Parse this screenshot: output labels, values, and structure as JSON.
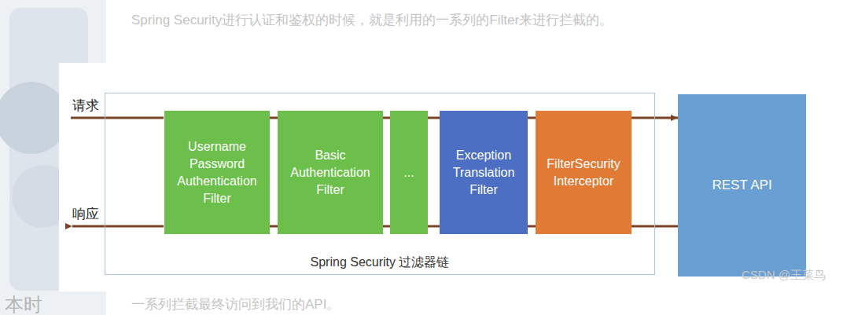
{
  "diagram": {
    "nodes": [
      {
        "text": [
          "Spring Security 过滤器链"
        ]
      },
      {
        "text": [
          "Username Password Authentication Filter"
        ],
        "in": 0
      },
      {
        "text": [
          "Basic Authentication Filter"
        ],
        "in": 0
      },
      {
        "text": [
          "..."
        ],
        "in": 0
      },
      {
        "text": [
          "Exception Translation Filter"
        ],
        "in": 0
      },
      {
        "text": [
          "FilterSecurity Interceptor"
        ],
        "in": 0
      },
      {
        "text": [
          "REST API"
        ]
      }
    ],
    "edges": [
      {
        "from": 1,
        "to": 2,
        "arrow": "none"
      },
      {
        "from": 2,
        "to": 3,
        "arrow": "none"
      },
      {
        "from": 3,
        "to": 4,
        "arrow": "none"
      },
      {
        "from": 4,
        "to": 5,
        "arrow": "none"
      },
      {
        "from": 5,
        "to": 6,
        "arrow": "to"
      },
      {
        "from": 6,
        "to": 5,
        "arrow": "none"
      },
      {
        "from": 5,
        "to": 4,
        "arrow": "none"
      },
      {
        "from": 4,
        "to": 3,
        "arrow": "none"
      },
      {
        "from": 3,
        "to": 2,
        "arrow": "none"
      },
      {
        "from": 2,
        "to": 1,
        "arrow": "none"
      }
    ],
    "labels": [
      "Spring Security进行认证和鉴权的时候，就是利用的一系列的Filter来进行拦截的。",
      "请求",
      "响应",
      "本时",
      "一系列拦截最终访问到我们的API。",
      "CSDN @王菜鸟"
    ]
  }
}
